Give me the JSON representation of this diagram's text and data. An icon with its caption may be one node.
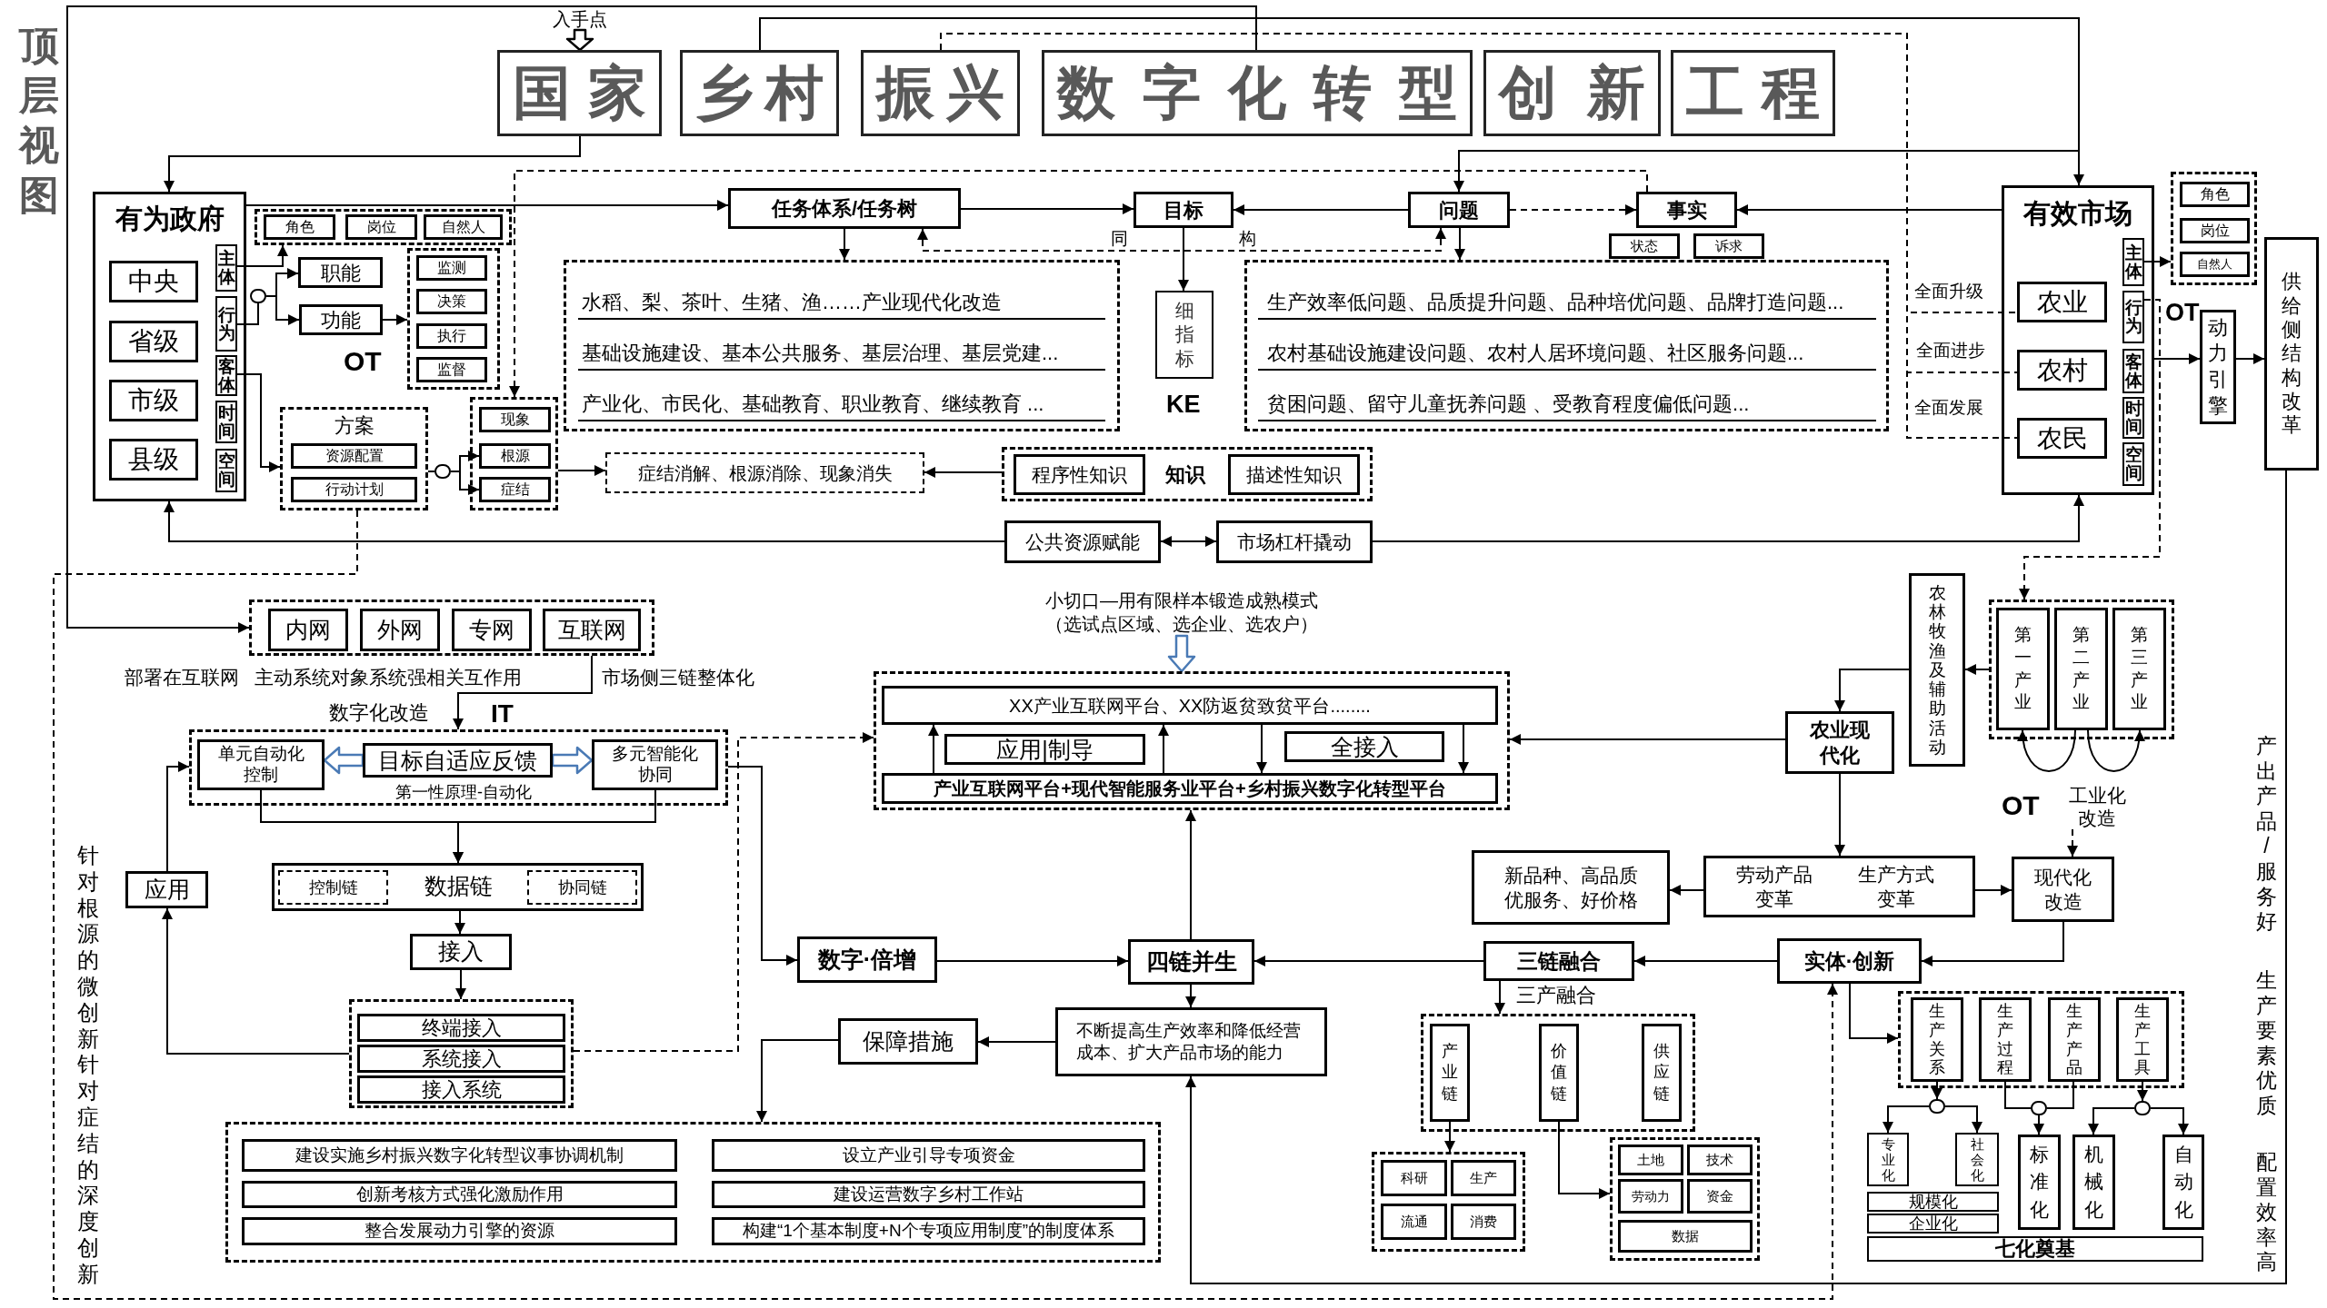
{
  "diagram": {
    "title": "顶层视图",
    "nodes": [
      {
        "text": [
          "入手点"
        ]
      },
      {
        "text": [
          "国家"
        ]
      },
      {
        "text": [
          "乡村"
        ]
      },
      {
        "text": [
          "振兴"
        ]
      },
      {
        "text": [
          "数字化转型"
        ]
      },
      {
        "text": [
          "创新"
        ]
      },
      {
        "text": [
          "工程"
        ]
      },
      {
        "text": [
          "有为政府"
        ]
      },
      {
        "text": [
          "中央"
        ],
        "in": 7
      },
      {
        "text": [
          "省级"
        ],
        "in": 7
      },
      {
        "text": [
          "市级"
        ],
        "in": 7
      },
      {
        "text": [
          "县级"
        ],
        "in": 7
      },
      {
        "text": [
          "主体"
        ],
        "in": 7
      },
      {
        "text": [
          "行为"
        ],
        "in": 7
      },
      {
        "text": [
          "客体"
        ],
        "in": 7
      },
      {
        "text": [
          "时间"
        ],
        "in": 7
      },
      {
        "text": [
          "空间"
        ],
        "in": 7
      },
      {
        "text": [],
        "shape": "box"
      },
      {
        "text": [
          "角色"
        ],
        "in": 17
      },
      {
        "text": [
          "岗位"
        ],
        "in": 17
      },
      {
        "text": [
          "自然人"
        ],
        "in": 17
      },
      {
        "text": [
          "职能"
        ]
      },
      {
        "text": [
          "功能"
        ]
      },
      {
        "text": [],
        "shape": "box"
      },
      {
        "text": [
          "监测"
        ],
        "in": 23
      },
      {
        "text": [
          "决策"
        ],
        "in": 23
      },
      {
        "text": [
          "执行"
        ],
        "in": 23
      },
      {
        "text": [
          "监督"
        ],
        "in": 23
      },
      {
        "text": [
          "方案"
        ]
      },
      {
        "text": [
          "资源配置"
        ],
        "in": 28
      },
      {
        "text": [
          "行动计划"
        ],
        "in": 28
      },
      {
        "text": [],
        "shape": "box"
      },
      {
        "text": [
          "现象"
        ],
        "in": 31
      },
      {
        "text": [
          "根源"
        ],
        "in": 31
      },
      {
        "text": [
          "症结"
        ],
        "in": 31
      },
      {
        "text": [
          "症结消解、根源消除、现象消失"
        ]
      },
      {
        "text": [
          "任务体系/任务树"
        ]
      },
      {
        "text": [
          "目标"
        ]
      },
      {
        "text": [
          "问题"
        ]
      },
      {
        "text": [
          "事实"
        ]
      },
      {
        "text": [
          "状态"
        ]
      },
      {
        "text": [
          "诉求"
        ]
      },
      {
        "text": [
          "水稻、梨、茶叶、生猪、渔……产业现代化改造",
          "基础设施建设、基本公共服务、基层治理、基层党建...",
          "产业化、市民化、基础教育、职业教育、继续教育 ..."
        ]
      },
      {
        "text": [
          "细指标"
        ]
      },
      {
        "text": [
          "生产效率低问题、品质提升问题、品种培优问题、品牌打造问题...",
          "农村基础设施建设问题、农村人居环境问题、社区服务问题...",
          "贫困问题、留守儿童抚养问题 、受教育程度偏低问题..."
        ]
      },
      {
        "text": [
          "知识"
        ]
      },
      {
        "text": [
          "程序性知识"
        ],
        "in": 45
      },
      {
        "text": [
          "描述性知识"
        ],
        "in": 45
      },
      {
        "text": [
          "公共资源赋能"
        ]
      },
      {
        "text": [
          "市场杠杆撬动"
        ]
      },
      {
        "text": [
          "有效市场"
        ]
      },
      {
        "text": [
          "农业"
        ],
        "in": 50
      },
      {
        "text": [
          "农村"
        ],
        "in": 50
      },
      {
        "text": [
          "农民"
        ],
        "in": 50
      },
      {
        "text": [
          "主体"
        ],
        "in": 50
      },
      {
        "text": [
          "行为"
        ],
        "in": 50
      },
      {
        "text": [
          "客体"
        ],
        "in": 50
      },
      {
        "text": [
          "时间"
        ],
        "in": 50
      },
      {
        "text": [
          "空间"
        ],
        "in": 50
      },
      {
        "text": [],
        "shape": "box"
      },
      {
        "text": [
          "角色"
        ],
        "in": 59
      },
      {
        "text": [
          "岗位"
        ],
        "in": 59
      },
      {
        "text": [
          "自然人"
        ],
        "in": 59
      },
      {
        "text": [
          "动力引擎"
        ]
      },
      {
        "text": [
          "供给侧结构改革"
        ]
      },
      {
        "text": [],
        "shape": "box"
      },
      {
        "text": [
          "内网"
        ],
        "in": 65
      },
      {
        "text": [
          "外网"
        ],
        "in": 65
      },
      {
        "text": [
          "专网"
        ],
        "in": 65
      },
      {
        "text": [
          "互联网"
        ],
        "in": 65
      },
      {
        "text": [
          "第一性原理-自动化"
        ]
      },
      {
        "text": [
          "单元自动化控制"
        ],
        "in": 70
      },
      {
        "text": [
          "目标自适应反馈"
        ],
        "in": 70
      },
      {
        "text": [
          "多元智能化协同"
        ],
        "in": 70
      },
      {
        "text": [
          "数据链"
        ]
      },
      {
        "text": [
          "控制链"
        ],
        "in": 74
      },
      {
        "text": [
          "协同链"
        ],
        "in": 74
      },
      {
        "text": [
          "应用"
        ]
      },
      {
        "text": [
          "接入"
        ]
      },
      {
        "text": [],
        "shape": "box"
      },
      {
        "text": [
          "终端接入"
        ],
        "in": 79
      },
      {
        "text": [
          "系统接入"
        ],
        "in": 79
      },
      {
        "text": [
          "接入系统"
        ],
        "in": 79
      },
      {
        "text": [
          "小切口—用有限样本锻造成熟模式（选试点区域、选企业、选农户）"
        ]
      },
      {
        "text": [],
        "shape": "box"
      },
      {
        "text": [
          "XX产业互联网平台、XX防返贫致贫平台........"
        ],
        "in": 84
      },
      {
        "text": [
          "应用|制导"
        ],
        "in": 84
      },
      {
        "text": [
          "全接入"
        ],
        "in": 84
      },
      {
        "text": [
          "产业互联网平台+现代智能服务业平台+乡村振兴数字化转型平台"
        ],
        "in": 84
      },
      {
        "text": [
          "数字·倍增"
        ]
      },
      {
        "text": [
          "四链并生"
        ]
      },
      {
        "text": [
          "不断提高生产效率和降低经营成本、扩大产品市场的能力"
        ]
      },
      {
        "text": [
          "保障措施"
        ]
      },
      {
        "text": [],
        "shape": "box"
      },
      {
        "text": [
          "建设实施乡村振兴数字化转型议事协调机制"
        ],
        "in": 93
      },
      {
        "text": [
          "设立产业引导专项资金"
        ],
        "in": 93
      },
      {
        "text": [
          "创新考核方式强化激励作用"
        ],
        "in": 93
      },
      {
        "text": [
          "建设运营数字乡村工作站"
        ],
        "in": 93
      },
      {
        "text": [
          "整合发展动力引擎的资源"
        ],
        "in": 93
      },
      {
        "text": [
          "构建“1个基本制度+N个专项应用制度”的制度体系"
        ],
        "in": 93
      },
      {
        "text": [
          "农林牧渔及辅助活动"
        ]
      },
      {
        "text": [],
        "shape": "box"
      },
      {
        "text": [
          "第一产业"
        ],
        "in": 101
      },
      {
        "text": [
          "第二产业"
        ],
        "in": 101
      },
      {
        "text": [
          "第三产业"
        ],
        "in": 101
      },
      {
        "text": [
          "农业现代化"
        ]
      },
      {
        "text": [
          "工业化改造"
        ]
      },
      {
        "text": [
          "新品种、高品质优服务、好价格"
        ]
      },
      {
        "text": [
          "劳动产品变革",
          "生产方式变革"
        ]
      },
      {
        "text": [
          "现代化改造"
        ]
      },
      {
        "text": [
          "三链融合"
        ]
      },
      {
        "text": [
          "实体·创新"
        ]
      },
      {
        "text": [],
        "shape": "box"
      },
      {
        "text": [
          "产业链"
        ],
        "in": 112
      },
      {
        "text": [
          "价值链"
        ],
        "in": 112
      },
      {
        "text": [
          "供应链"
        ],
        "in": 112
      },
      {
        "text": [],
        "shape": "box"
      },
      {
        "text": [
          "科研"
        ],
        "in": 116
      },
      {
        "text": [
          "生产"
        ],
        "in": 116
      },
      {
        "text": [
          "流通"
        ],
        "in": 116
      },
      {
        "text": [
          "消费"
        ],
        "in": 116
      },
      {
        "text": [],
        "shape": "box"
      },
      {
        "text": [
          "土地"
        ],
        "in": 121
      },
      {
        "text": [
          "技术"
        ],
        "in": 121
      },
      {
        "text": [
          "劳动力"
        ],
        "in": 121
      },
      {
        "text": [
          "资金"
        ],
        "in": 121
      },
      {
        "text": [
          "数据"
        ],
        "in": 121
      },
      {
        "text": [],
        "shape": "box"
      },
      {
        "text": [
          "生产关系"
        ],
        "in": 127
      },
      {
        "text": [
          "生产过程"
        ],
        "in": 127
      },
      {
        "text": [
          "生产产品"
        ],
        "in": 127
      },
      {
        "text": [
          "生产工具"
        ],
        "in": 127
      },
      {
        "text": [
          "专业化"
        ]
      },
      {
        "text": [
          "社会化"
        ]
      },
      {
        "text": [
          "标准化"
        ]
      },
      {
        "text": [
          "机械化"
        ]
      },
      {
        "text": [
          "自动化"
        ]
      },
      {
        "text": [
          "规模化"
        ]
      },
      {
        "text": [
          "企业化"
        ]
      },
      {
        "text": [
          "七化奠基"
        ]
      },
      {
        "text": [],
        "shape": "circle"
      },
      {
        "text": [],
        "shape": "circle"
      },
      {
        "text": [],
        "shape": "circle"
      },
      {
        "text": [],
        "shape": "circle"
      },
      {
        "text": [],
        "shape": "circle"
      }
    ],
    "edges": [
      {
        "from": 0,
        "to": 1,
        "arrow": "to",
        "style": "thick"
      },
      {
        "from": 1,
        "to": 7,
        "arrow": "to"
      },
      {
        "from": 4,
        "to": 65,
        "arrow": "to"
      },
      {
        "from": 2,
        "to": 50,
        "arrow": "to"
      },
      {
        "from": 2,
        "to": 38,
        "arrow": "to"
      },
      {
        "from": 3,
        "to": 51,
        "arrow": "none",
        "label": "全面升级",
        "style": "dashed"
      },
      {
        "from": 3,
        "to": 52,
        "arrow": "none",
        "label": "全面进步",
        "style": "dashed"
      },
      {
        "from": 3,
        "to": 53,
        "arrow": "none",
        "label": "全面发展",
        "style": "dashed"
      },
      {
        "from": 7,
        "to": 36,
        "arrow": "to"
      },
      {
        "from": 12,
        "to": 17,
        "arrow": "to"
      },
      {
        "from": 13,
        "to": 140,
        "arrow": "none"
      },
      {
        "from": 140,
        "to": 21,
        "arrow": "to"
      },
      {
        "from": 140,
        "to": 22,
        "arrow": "to"
      },
      {
        "from": 22,
        "to": 23,
        "arrow": "to"
      },
      {
        "from": 14,
        "to": 28,
        "arrow": "to"
      },
      {
        "from": 28,
        "to": 141,
        "arrow": "none"
      },
      {
        "from": 141,
        "to": 33,
        "arrow": "to"
      },
      {
        "from": 141,
        "to": 34,
        "arrow": "to"
      },
      {
        "from": 39,
        "to": 31,
        "arrow": "to",
        "style": "dashed"
      },
      {
        "from": 31,
        "to": 35,
        "arrow": "to"
      },
      {
        "from": 45,
        "to": 35,
        "arrow": "to"
      },
      {
        "from": 36,
        "to": 37,
        "arrow": "to"
      },
      {
        "from": 38,
        "to": 37,
        "arrow": "to"
      },
      {
        "from": 37,
        "to": 43,
        "arrow": "to"
      },
      {
        "from": 36,
        "to": 42,
        "arrow": "to"
      },
      {
        "from": 38,
        "to": 44,
        "arrow": "to"
      },
      {
        "from": 36,
        "to": 38,
        "arrow": "both",
        "style": "dashed"
      },
      {
        "from": 38,
        "to": 39,
        "arrow": "to",
        "style": "dashed"
      },
      {
        "from": 50,
        "to": 39,
        "arrow": "to"
      },
      {
        "from": 48,
        "to": 7,
        "arrow": "to"
      },
      {
        "from": 49,
        "to": 50,
        "arrow": "to"
      },
      {
        "from": 48,
        "to": 49,
        "arrow": "both"
      },
      {
        "from": 54,
        "to": 59,
        "arrow": "to"
      },
      {
        "from": 50,
        "to": 63,
        "arrow": "to"
      },
      {
        "from": 63,
        "to": 64,
        "arrow": "to"
      },
      {
        "from": 55,
        "to": 101,
        "arrow": "to",
        "style": "dashed"
      },
      {
        "from": 64,
        "to": 91,
        "arrow": "to"
      },
      {
        "from": 28,
        "to": 111,
        "arrow": "to",
        "style": "dashed"
      },
      {
        "from": 65,
        "to": 70,
        "arrow": "to"
      },
      {
        "from": 72,
        "to": 71,
        "arrow": "to",
        "style": "thick",
        "color": "#4a7ab5"
      },
      {
        "from": 72,
        "to": 73,
        "arrow": "to",
        "style": "thick",
        "color": "#4a7ab5"
      },
      {
        "from": 71,
        "to": 74,
        "arrow": "to"
      },
      {
        "from": 73,
        "to": 74,
        "arrow": "to"
      },
      {
        "from": 74,
        "to": 78,
        "arrow": "to"
      },
      {
        "from": 78,
        "to": 79,
        "arrow": "to"
      },
      {
        "from": 79,
        "to": 77,
        "arrow": "to"
      },
      {
        "from": 77,
        "to": 70,
        "arrow": "to"
      },
      {
        "from": 79,
        "to": 84,
        "arrow": "to",
        "style": "dashed"
      },
      {
        "from": 70,
        "to": 89,
        "arrow": "to"
      },
      {
        "from": 83,
        "to": 84,
        "arrow": "to",
        "style": "thick",
        "color": "#4a7ab5"
      },
      {
        "from": 88,
        "to": 85,
        "arrow": "to"
      },
      {
        "from": 88,
        "to": 85,
        "arrow": "to"
      },
      {
        "from": 85,
        "to": 88,
        "arrow": "to"
      },
      {
        "from": 85,
        "to": 88,
        "arrow": "to"
      },
      {
        "from": 105,
        "to": 84,
        "arrow": "to"
      },
      {
        "from": 90,
        "to": 84,
        "arrow": "to"
      },
      {
        "from": 89,
        "to": 90,
        "arrow": "to"
      },
      {
        "from": 110,
        "to": 90,
        "arrow": "to"
      },
      {
        "from": 90,
        "to": 91,
        "arrow": "to"
      },
      {
        "from": 91,
        "to": 92,
        "arrow": "to"
      },
      {
        "from": 92,
        "to": 93,
        "arrow": "to"
      },
      {
        "from": 101,
        "to": 100,
        "arrow": "to"
      },
      {
        "from": 100,
        "to": 105,
        "arrow": "to"
      },
      {
        "from": 103,
        "to": 102,
        "arrow": "to"
      },
      {
        "from": 103,
        "to": 104,
        "arrow": "to"
      },
      {
        "from": 106,
        "to": 109,
        "arrow": "to",
        "style": "dashed"
      },
      {
        "from": 105,
        "to": 108,
        "arrow": "to"
      },
      {
        "from": 108,
        "to": 107,
        "arrow": "to"
      },
      {
        "from": 108,
        "to": 109,
        "arrow": "to"
      },
      {
        "from": 109,
        "to": 111,
        "arrow": "to"
      },
      {
        "from": 111,
        "to": 110,
        "arrow": "to"
      },
      {
        "from": 110,
        "to": 112,
        "arrow": "to"
      },
      {
        "from": 113,
        "to": 116,
        "arrow": "to"
      },
      {
        "from": 114,
        "to": 121,
        "arrow": "to"
      },
      {
        "from": 111,
        "to": 127,
        "arrow": "to"
      },
      {
        "from": 128,
        "to": 142,
        "arrow": "to"
      },
      {
        "from": 142,
        "to": 132,
        "arrow": "to"
      },
      {
        "from": 142,
        "to": 133,
        "arrow": "to"
      },
      {
        "from": 129,
        "to": 143,
        "arrow": "none"
      },
      {
        "from": 130,
        "to": 143,
        "arrow": "none"
      },
      {
        "from": 143,
        "to": 134,
        "arrow": "to"
      },
      {
        "from": 131,
        "to": 144,
        "arrow": "to"
      },
      {
        "from": 144,
        "to": 135,
        "arrow": "to"
      },
      {
        "from": 144,
        "to": 136,
        "arrow": "to"
      }
    ],
    "labels": [
      "OT",
      "同",
      "构",
      "KE",
      "OT",
      "部署在互联网",
      "主动系统对象系统强相关互作用",
      "市场侧三链整体化",
      "数字化改造",
      "IT",
      "OT",
      "三产融合",
      "针对根源的微创新针对症结的深度创新",
      "产出产品/服务好",
      "生产要素优质",
      "配置效率高"
    ]
  }
}
